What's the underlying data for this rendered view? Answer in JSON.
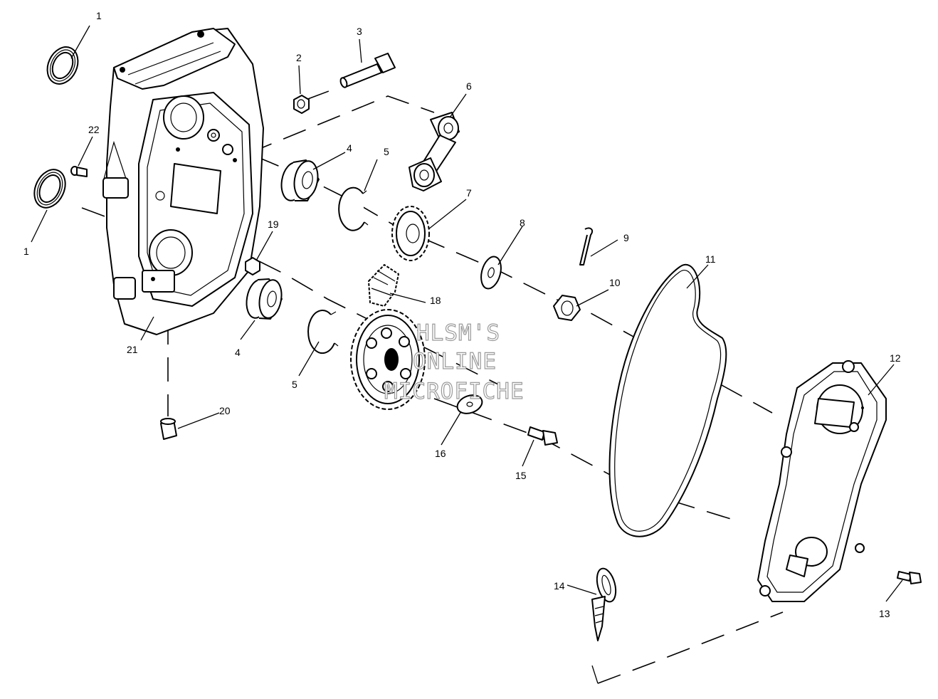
{
  "diagram": {
    "callouts": [
      "1",
      "1",
      "2",
      "3",
      "4",
      "4",
      "5",
      "5",
      "6",
      "7",
      "8",
      "9",
      "10",
      "11",
      "12",
      "13",
      "14",
      "15",
      "16",
      "18",
      "19",
      "20",
      "21",
      "22"
    ]
  },
  "watermark": {
    "line1": "HLSM'S",
    "line2": "ONLINE",
    "line3": "MICROFICHE"
  }
}
